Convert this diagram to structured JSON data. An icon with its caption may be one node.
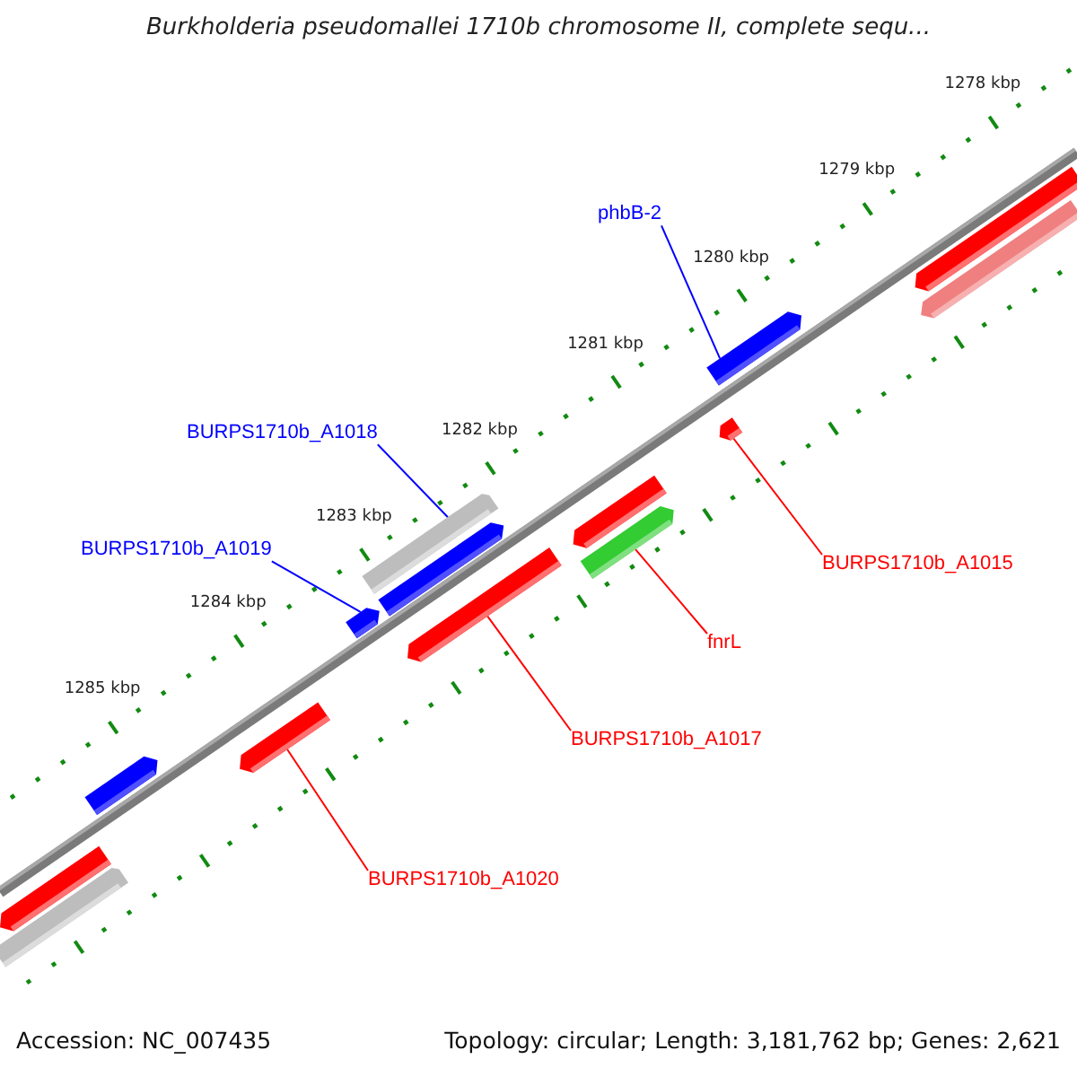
{
  "diagram": {
    "title": "Burkholderia pseudomallei 1710b chromosome II, complete sequ...",
    "nodes": [
      {
        "text": [],
        "shape": "bar"
      },
      {
        "text": [],
        "shape": "bar"
      },
      {
        "text": [
          "phbB-2"
        ]
      },
      {
        "text": [],
        "shape": "bar"
      },
      {
        "text": [
          "BURPS1710b_A1018"
        ]
      },
      {
        "text": [],
        "shape": "bar"
      },
      {
        "text": [
          "BURPS1710b_A1019"
        ]
      },
      {
        "text": [],
        "shape": "bar"
      },
      {
        "text": [],
        "shape": "bar"
      },
      {
        "text": [],
        "shape": "bar"
      },
      {
        "text": [],
        "shape": "bar"
      },
      {
        "text": [
          "BURPS1710b_A1015"
        ]
      },
      {
        "text": [],
        "shape": "bar"
      },
      {
        "text": [],
        "shape": "bar"
      },
      {
        "text": [
          "fnrL"
        ]
      },
      {
        "text": [
          "BURPS1710b_A1017"
        ]
      },
      {
        "text": [],
        "shape": "bar"
      },
      {
        "text": [],
        "shape": "bar"
      },
      {
        "text": [
          "BURPS1710b_A1020"
        ]
      },
      {
        "text": [],
        "shape": "bar"
      },
      {
        "text": [],
        "shape": "bar"
      }
    ],
    "edges": [
      {
        "from": 2,
        "to": 3,
        "arrow": "none",
        "color": "#0000ff"
      },
      {
        "from": 4,
        "to": 8,
        "arrow": "none",
        "color": "#0000ff"
      },
      {
        "from": 6,
        "to": 12,
        "arrow": "none",
        "color": "#0000ff"
      },
      {
        "from": 11,
        "to": 5,
        "arrow": "none"
      },
      {
        "from": 14,
        "to": 9,
        "arrow": "none"
      },
      {
        "from": 15,
        "to": 13,
        "arrow": "none"
      },
      {
        "from": 18,
        "to": 16,
        "arrow": "none"
      }
    ],
    "labels": [
      "1278 kbp",
      "1279 kbp",
      "1280 kbp",
      "1281 kbp",
      "1282 kbp",
      "1283 kbp",
      "1284 kbp",
      "1285 kbp",
      "Accession: NC_007435",
      "Topology: circular; Length: 3,181,762 bp; Genes: 2,621"
    ]
  }
}
